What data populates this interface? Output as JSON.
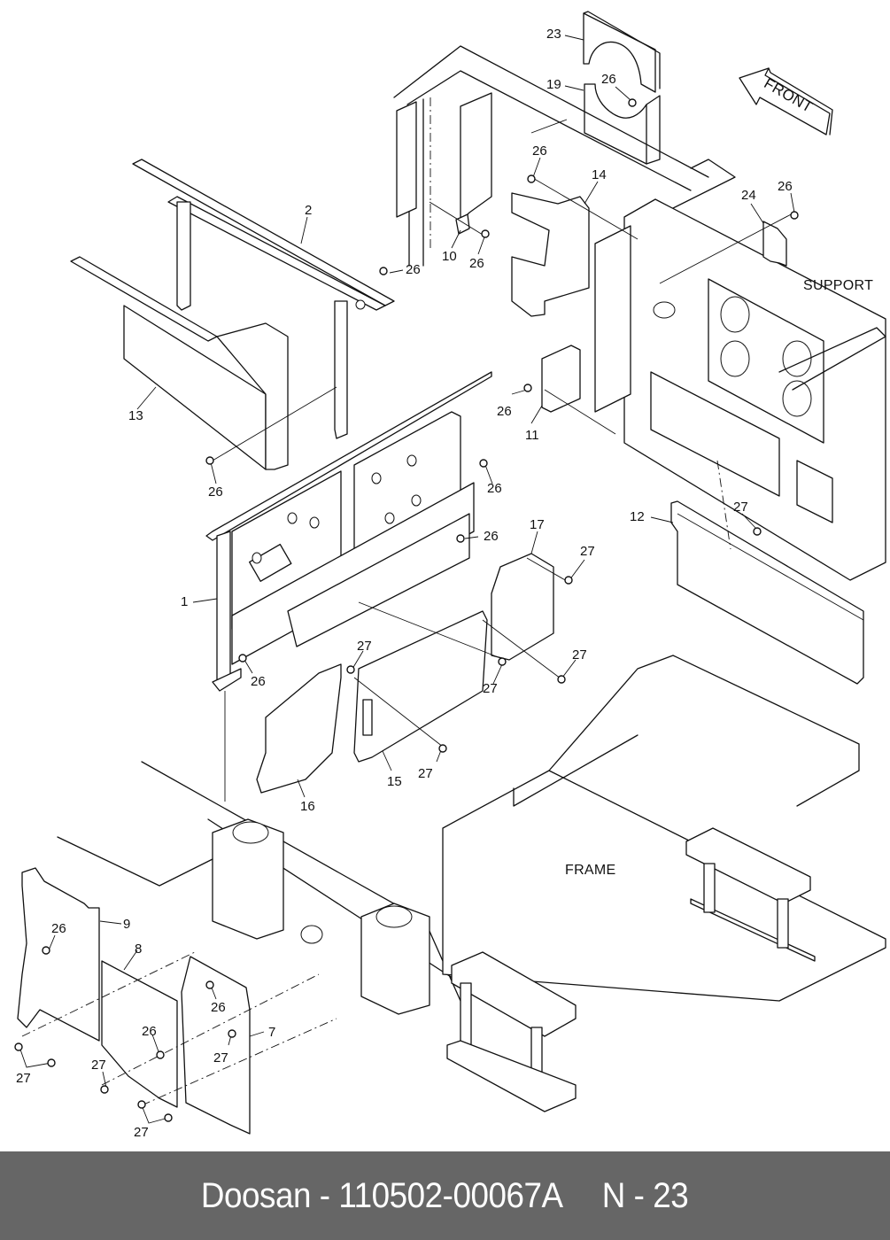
{
  "diagram": {
    "title_labels": {
      "front": "FRONT",
      "support": "SUPPORT",
      "frame": "FRAME"
    },
    "callouts": [
      {
        "id": "c1",
        "text": "1"
      },
      {
        "id": "c2",
        "text": "2"
      },
      {
        "id": "c7",
        "text": "7"
      },
      {
        "id": "c8",
        "text": "8"
      },
      {
        "id": "c9",
        "text": "9"
      },
      {
        "id": "c10",
        "text": "10"
      },
      {
        "id": "c11",
        "text": "11"
      },
      {
        "id": "c12",
        "text": "12"
      },
      {
        "id": "c13",
        "text": "13"
      },
      {
        "id": "c14",
        "text": "14"
      },
      {
        "id": "c15",
        "text": "15"
      },
      {
        "id": "c16",
        "text": "16"
      },
      {
        "id": "c17",
        "text": "17"
      },
      {
        "id": "c19",
        "text": "19"
      },
      {
        "id": "c23",
        "text": "23"
      },
      {
        "id": "c24",
        "text": "24"
      },
      {
        "id": "c26",
        "text": "26"
      },
      {
        "id": "c27",
        "text": "27"
      }
    ]
  },
  "footer": {
    "brand": "Doosan",
    "separator": "-",
    "part_number": "110502-00067A",
    "page_ref": "N - 23"
  }
}
